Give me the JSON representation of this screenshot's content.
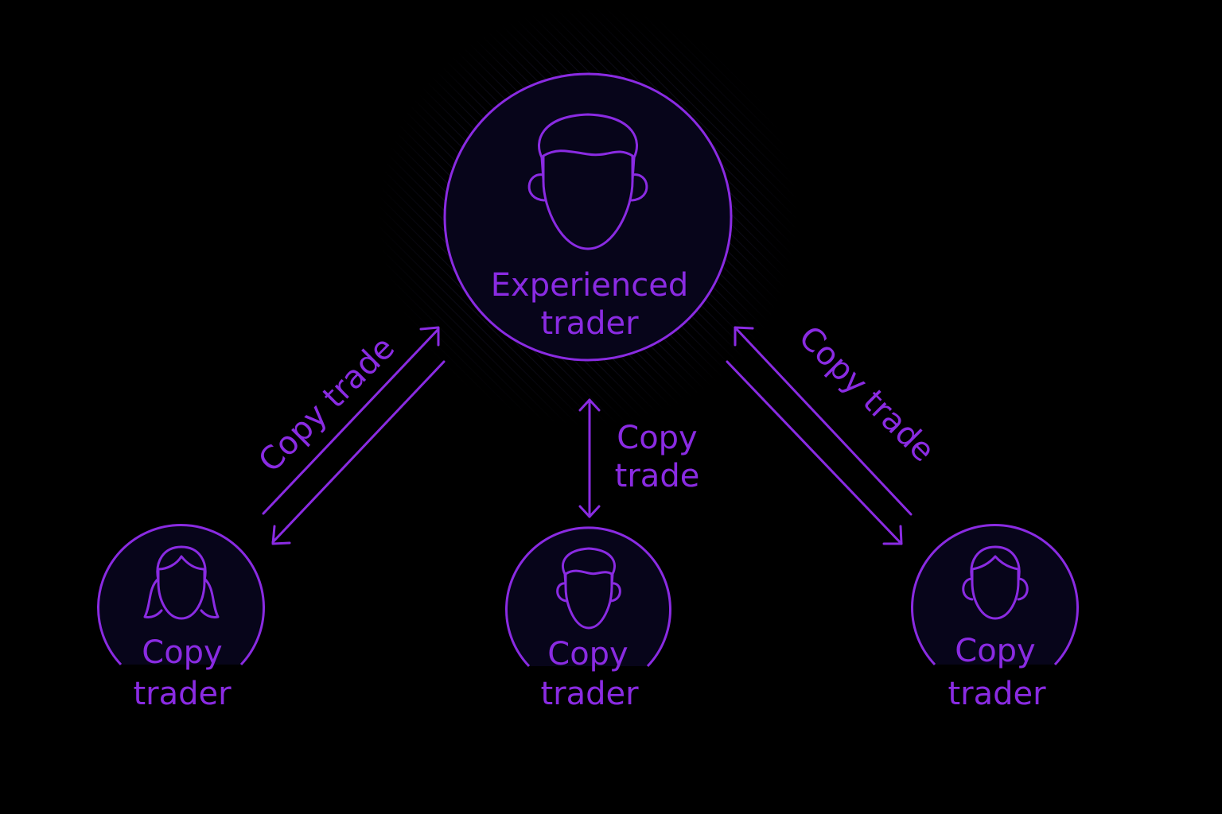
{
  "colors": {
    "background": "#000000",
    "accent": "#8a2be2",
    "node_fill": "#07051a"
  },
  "nodes": {
    "experienced": {
      "line1": "Experienced",
      "line2": "trader",
      "icon": "man-avatar-icon"
    },
    "copy_left": {
      "line1": "Copy",
      "line2": "trader",
      "icon": "woman-avatar-icon"
    },
    "copy_center": {
      "line1": "Copy",
      "line2": "trader",
      "icon": "man-avatar-icon"
    },
    "copy_right": {
      "line1": "Copy",
      "line2": "trader",
      "icon": "person-avatar-icon"
    }
  },
  "edges": {
    "left": {
      "label": "Copy trade"
    },
    "center": {
      "line1": "Copy",
      "line2": "trade"
    },
    "right": {
      "label": "Copy trade"
    }
  }
}
